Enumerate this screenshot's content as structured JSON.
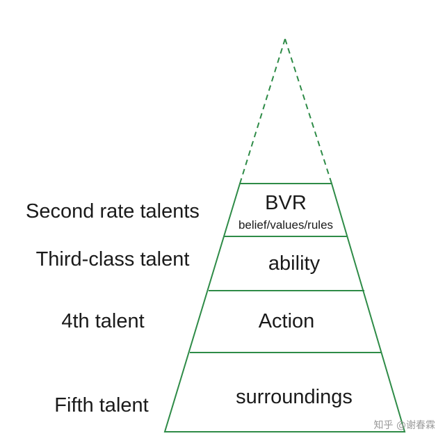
{
  "tiers": [
    {
      "label": "BVR",
      "sublabel": "belief/values/rules"
    },
    {
      "label": "ability"
    },
    {
      "label": "Action"
    },
    {
      "label": "surroundings"
    }
  ],
  "side_labels": [
    "Second rate talents",
    "Third-class talent",
    "4th talent",
    "Fifth talent"
  ],
  "watermark": "知乎 @谢春霖",
  "colors": {
    "line": "#2e8b47",
    "text": "#1a1a1a"
  }
}
